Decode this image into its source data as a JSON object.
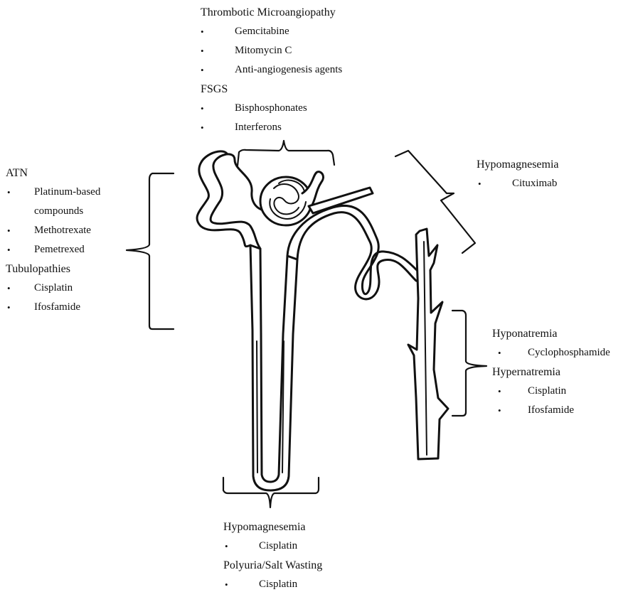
{
  "groups": {
    "glomerulus": {
      "sections": [
        {
          "heading": "Thrombotic Microangiopathy",
          "items": [
            "Gemcitabine",
            "Mitomycin C",
            "Anti-angiogenesis agents"
          ]
        },
        {
          "heading": "FSGS",
          "items": [
            "Bisphosphonates",
            "Interferons"
          ]
        }
      ]
    },
    "proximal_tubule": {
      "sections": [
        {
          "heading": "ATN",
          "items": [
            "Platinum-based compounds",
            "Methotrexate",
            "Pemetrexed"
          ]
        },
        {
          "heading": "Tubulopathies",
          "items": [
            "Cisplatin",
            "Ifosfamide"
          ]
        }
      ]
    },
    "distal_tubule": {
      "sections": [
        {
          "heading": "Hypomagnesemia",
          "items": [
            "Cituximab"
          ]
        }
      ]
    },
    "collecting_duct": {
      "sections": [
        {
          "heading": "Hyponatremia",
          "items": [
            "Cyclophosphamide"
          ]
        },
        {
          "heading": "Hypernatremia",
          "items": [
            "Cisplatin",
            "Ifosfamide"
          ]
        }
      ]
    },
    "loop_of_henle": {
      "sections": [
        {
          "heading": "Hypomagnesemia",
          "items": [
            "Cisplatin"
          ]
        },
        {
          "heading": "Polyuria/Salt Wasting",
          "items": [
            "Cisplatin"
          ]
        }
      ]
    }
  },
  "bullet_char": "•"
}
